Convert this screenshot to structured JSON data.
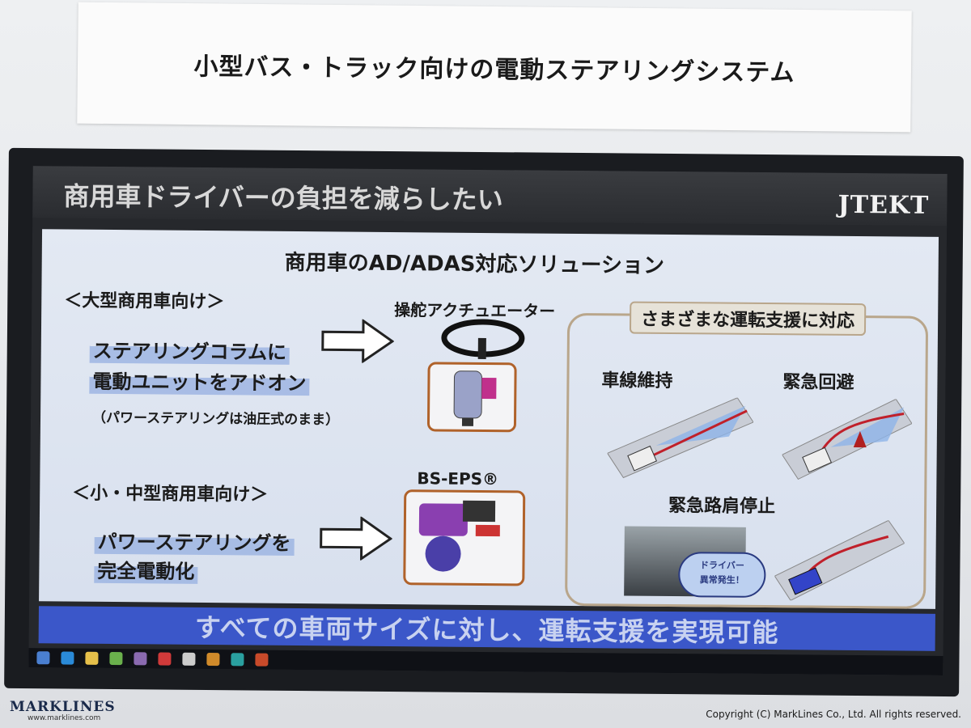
{
  "placard": {
    "title": "小型バス・トラック向けの電動ステアリングシステム"
  },
  "slide": {
    "title": "商用車ドライバーの負担を減らしたい",
    "brand": "JTEKT",
    "subtitle": "商用車のAD/ADAS対応ソリューション",
    "large": {
      "heading": "＜大型商用車向け＞",
      "line1": "ステアリングコラムに",
      "line2": "電動ユニットをアドオン",
      "note": "（パワーステアリングは油圧式のまま）",
      "product": "操舵アクチュエーター"
    },
    "small": {
      "heading": "＜小・中型商用車向け＞",
      "line1": "パワーステアリングを",
      "line2": "完全電動化",
      "product": "BS-EPS®"
    },
    "support": {
      "title": "さまざまな運転支援に対応",
      "case1": "車線維持",
      "case2": "緊急回避",
      "case3": "緊急路肩停止",
      "bubble_line1": "ドライバー",
      "bubble_line2": "異常発生！"
    },
    "banner": "すべての車両サイズに対し、運転支援を実現可能"
  },
  "footer": {
    "logo": "MARKLINES",
    "url": "www.marklines.com",
    "copyright": "Copyright (C) MarkLines Co., Ltd. All rights reserved."
  }
}
